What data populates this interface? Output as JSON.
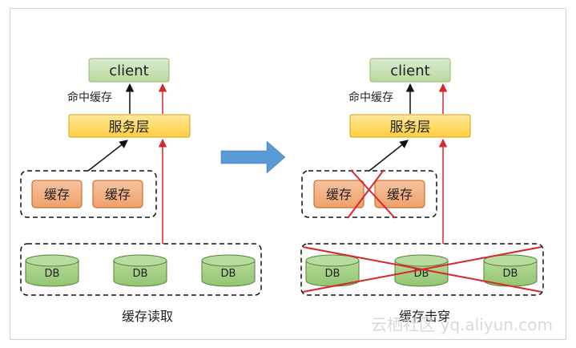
{
  "left": {
    "client": "client",
    "hit_label": "命中缓存",
    "service": "服务层",
    "caches": [
      "缓存",
      "缓存"
    ],
    "dbs": [
      "DB",
      "DB",
      "DB"
    ],
    "caption": "缓存读取"
  },
  "right": {
    "client": "client",
    "hit_label": "命中缓存",
    "service": "服务层",
    "caches": [
      "缓存",
      "缓存"
    ],
    "dbs": [
      "DB",
      "DB",
      "DB"
    ],
    "caption": "缓存击穿"
  },
  "watermark": "云栖社区 yq.aliyun.com",
  "colors": {
    "client_fill": "#c5e0b4",
    "client_border": "#8fbc6b",
    "service_fill": "#ffd966",
    "service_border": "#d6a21e",
    "cache_fill": "#f4b183",
    "cache_border": "#c55a11",
    "db_fill": "#a9d18e",
    "db_border": "#548235",
    "red_arrow": "#d9272e",
    "blue_arrow": "#5b9bd5"
  }
}
